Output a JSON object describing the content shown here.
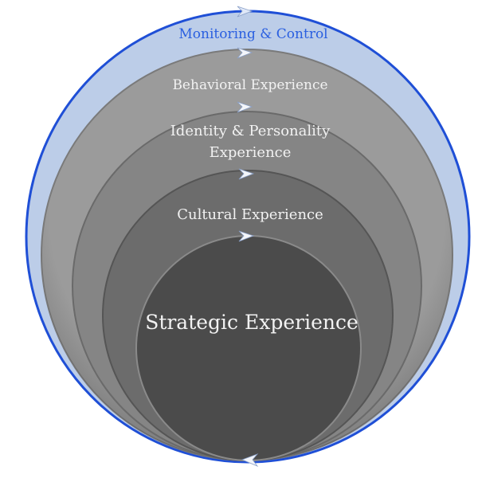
{
  "diagram": {
    "layers": [
      {
        "label": "Monitoring & Control",
        "color": "#bccde8",
        "stroke": "#1f4fd6"
      },
      {
        "label": "Behavioral Experience",
        "color": "#9b9b9b"
      },
      {
        "label_line1": "Identity & Personality",
        "label_line2": "Experience",
        "color": "#858585"
      },
      {
        "label": "Cultural Experience",
        "color": "#6c6c6c"
      },
      {
        "label": "Strategic Experience",
        "color": "#4b4b4b"
      }
    ],
    "arrow_icon": "chevron-right-icon",
    "return_arrow_icon": "chevron-left-icon"
  }
}
